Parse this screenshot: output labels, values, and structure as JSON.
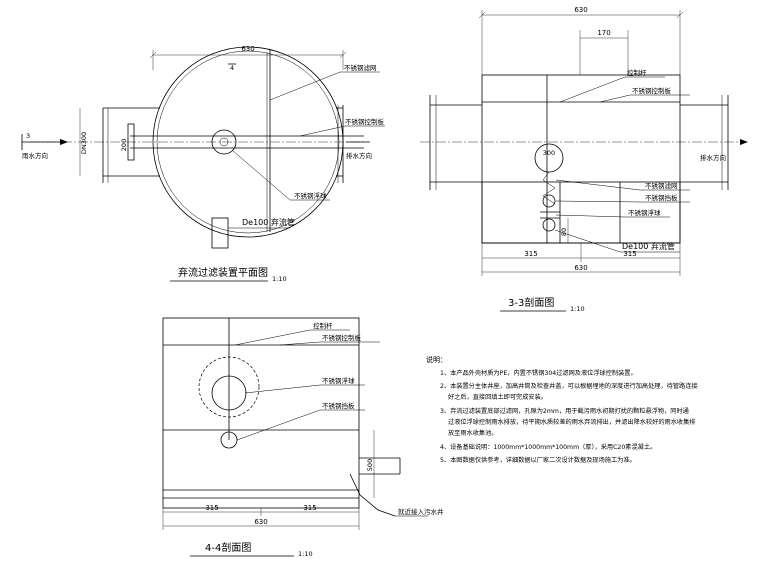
{
  "plan": {
    "title": "弃流过滤装置平面图",
    "scale": "1:10",
    "dim_width": "630",
    "dim_pipe": "DN300",
    "dim_small": "200",
    "section_mark": "4",
    "arrow_mark": "3",
    "label_filter_net": "不锈钢滤网",
    "label_control_plate": "不锈钢控制板",
    "label_float": "不锈钢浮球",
    "label_discharge": "De100 弃流管",
    "inflow": "雨水方向",
    "outflow": "排水方向"
  },
  "section33": {
    "title": "3-3剖面图",
    "scale": "1:10",
    "dim_top": "630",
    "dim_170": "170",
    "dim_300": "300",
    "dim_left": "315",
    "dim_right": "315",
    "dim_total": "630",
    "dim_80": "80",
    "label_rod": "控制杆",
    "label_control_plate": "不锈钢控制板",
    "label_filter_net": "不锈钢滤网",
    "label_float": "不锈钢浮球",
    "label_stop": "不锈钢挡板",
    "label_discharge": "De100 弃流管",
    "outflow": "排水方向"
  },
  "section44": {
    "title": "4-4剖面图",
    "scale": "1:10",
    "dim_left": "315",
    "dim_right": "315",
    "dim_total": "630",
    "dim_height": "500",
    "label_rod": "控制杆",
    "label_control_plate": "不锈钢控制板",
    "label_float": "不锈钢浮球",
    "label_stop": "不锈钢挡板",
    "label_sewer": "就近接入污水井"
  },
  "notes": {
    "heading": "说明：",
    "items": [
      "1、本产品外壳材质为PE，内置不锈钢304过滤网及液位浮球控制装置。",
      "2、本装置分主体井座，加高井筒及检查井盖，可以根据埋地的深度进行加高处理，待管路连接",
      "好之后，直接回填土即可完成安装。",
      "3、弃流过滤装置底部过滤网，孔隙为2mm，用于截污雨水初期打扰的颗粒悬浮物，同时通",
      "过液位浮球控制雨水排放，待平期水质较差的雨水弃流排出，并滤出降水较好的雨水收集排",
      "放至雨水收集池。",
      "4、设备基础说明：1000mm*1000mm*100mm（厚），采用C20素混凝土。",
      "5、本图数据仅供参考，详细数据以厂家二次设计数据及现场施工为准。"
    ]
  }
}
